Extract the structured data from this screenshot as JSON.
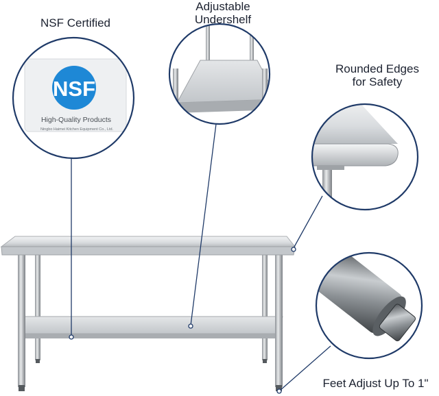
{
  "callouts": {
    "nsf": {
      "label": "NSF Certified",
      "badge_logo": "NSF",
      "badge_tagline": "High-Quality Products",
      "badge_maker": "Ningbo Haimei Kitchen Equipment Co., Ltd."
    },
    "undershelf": {
      "line1": "Adjustable",
      "line2": "Undershelf"
    },
    "edges": {
      "line1": "Rounded Edges",
      "line2": "for Safety"
    },
    "feet": {
      "label": "Feet Adjust Up To 1\""
    }
  },
  "colors": {
    "circle_border": "#1f3a68",
    "leader_line": "#1f3a68",
    "nsf_blue": "#1e88d6",
    "steel_light": "#e6e8ea",
    "steel_mid": "#b8bcc0",
    "steel_dark": "#6d7276",
    "text": "#1c2230"
  },
  "icons": [
    "nsf-logo-icon"
  ]
}
